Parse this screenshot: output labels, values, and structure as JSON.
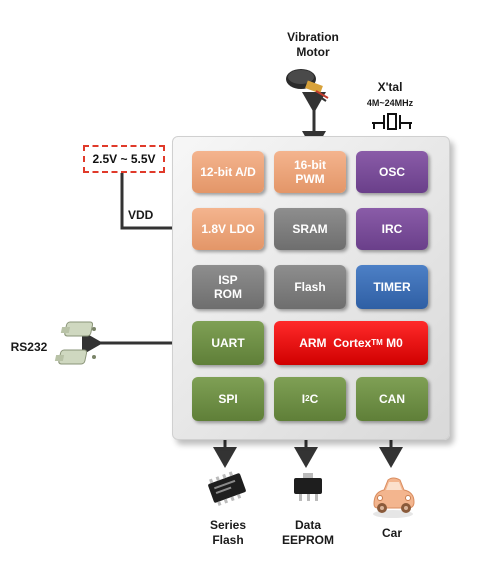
{
  "labels": {
    "vibration_motor": "Vibration\nMotor",
    "xtal": "X'tal",
    "xtal_freq": "4M~24MHz",
    "voltage": "2.5V ~ 5.5V",
    "vdd": "VDD",
    "rs232": "RS232",
    "series_flash": "Series\nFlash",
    "data_eeprom": "Data\nEEPROM",
    "car": "Car"
  },
  "blocks": {
    "adc": "12-bit A/D",
    "pwm": "16-bit\nPWM",
    "osc": "OSC",
    "ldo": "1.8V LDO",
    "sram": "SRAM",
    "irc": "IRC",
    "isp_rom": "ISP\nROM",
    "flash": "Flash",
    "timer": "TIMER",
    "uart": "UART",
    "arm_prefix": "ARM  Cortex",
    "arm_tm": "TM",
    "arm_suffix": " M0",
    "spi": "SPI",
    "i2c_prefix": "I",
    "i2c_sup": "2",
    "i2c_suffix": "C",
    "can": "CAN"
  },
  "colors": {
    "analog": "#e8a07a",
    "memory": "#7e7e7e",
    "clock": "#7a4d9a",
    "timer": "#3d70b6",
    "interface": "#6f8f45",
    "core": "#e00000",
    "supply_box": "#e03a2a"
  },
  "icons": [
    "vibration-motor-icon",
    "crystal-icon",
    "serial-connector-icon",
    "flash-chip-icon",
    "eeprom-chip-icon",
    "car-icon"
  ]
}
